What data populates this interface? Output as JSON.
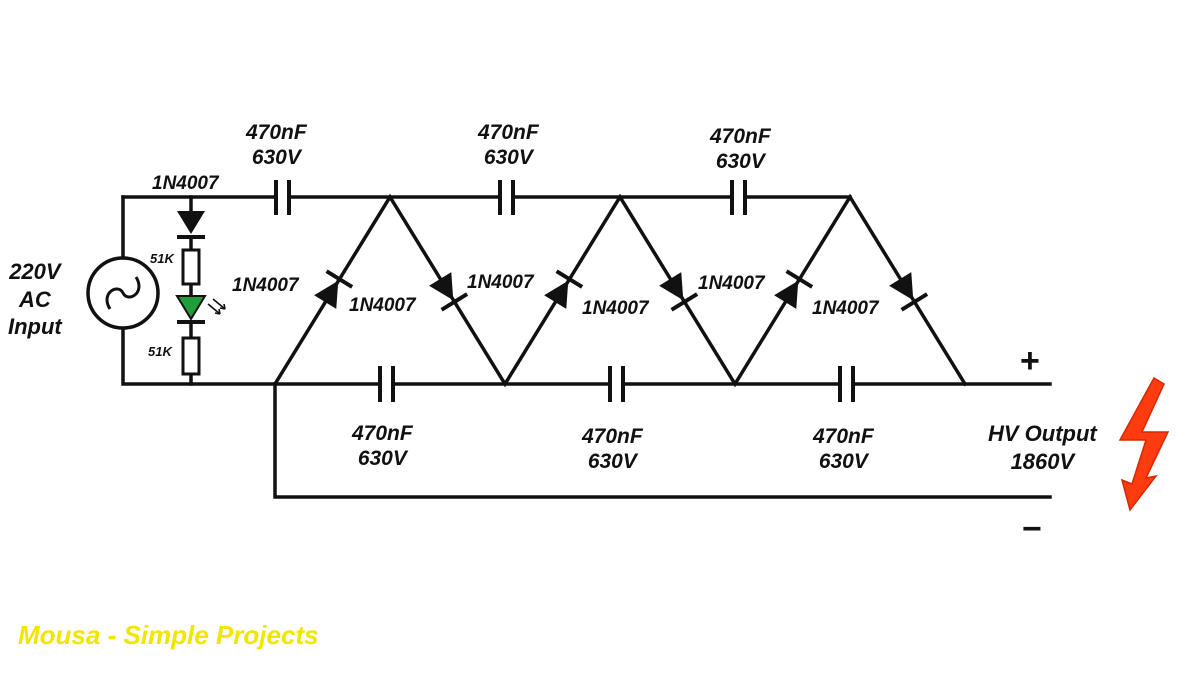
{
  "source": {
    "lines": [
      "220V",
      "AC",
      "Input"
    ]
  },
  "led_branch": {
    "diode_label": "1N4007",
    "resistor_top_label": "51K",
    "resistor_bottom_label": "51K",
    "led_color": "#1f9e3a"
  },
  "capacitors": {
    "top": [
      {
        "value": "470nF",
        "voltage": "630V"
      },
      {
        "value": "470nF",
        "voltage": "630V"
      },
      {
        "value": "470nF",
        "voltage": "630V"
      }
    ],
    "bottom": [
      {
        "value": "470nF",
        "voltage": "630V"
      },
      {
        "value": "470nF",
        "voltage": "630V"
      },
      {
        "value": "470nF",
        "voltage": "630V"
      }
    ]
  },
  "diodes": [
    "1N4007",
    "1N4007",
    "1N4007",
    "1N4007",
    "1N4007",
    "1N4007"
  ],
  "output": {
    "plus": "+",
    "minus": "−",
    "lines": [
      "HV Output",
      "1860V"
    ],
    "bolt_color": "#ff3b0f"
  },
  "branding": {
    "text": "Mousa - Simple Projects",
    "color": "#f2e600"
  }
}
